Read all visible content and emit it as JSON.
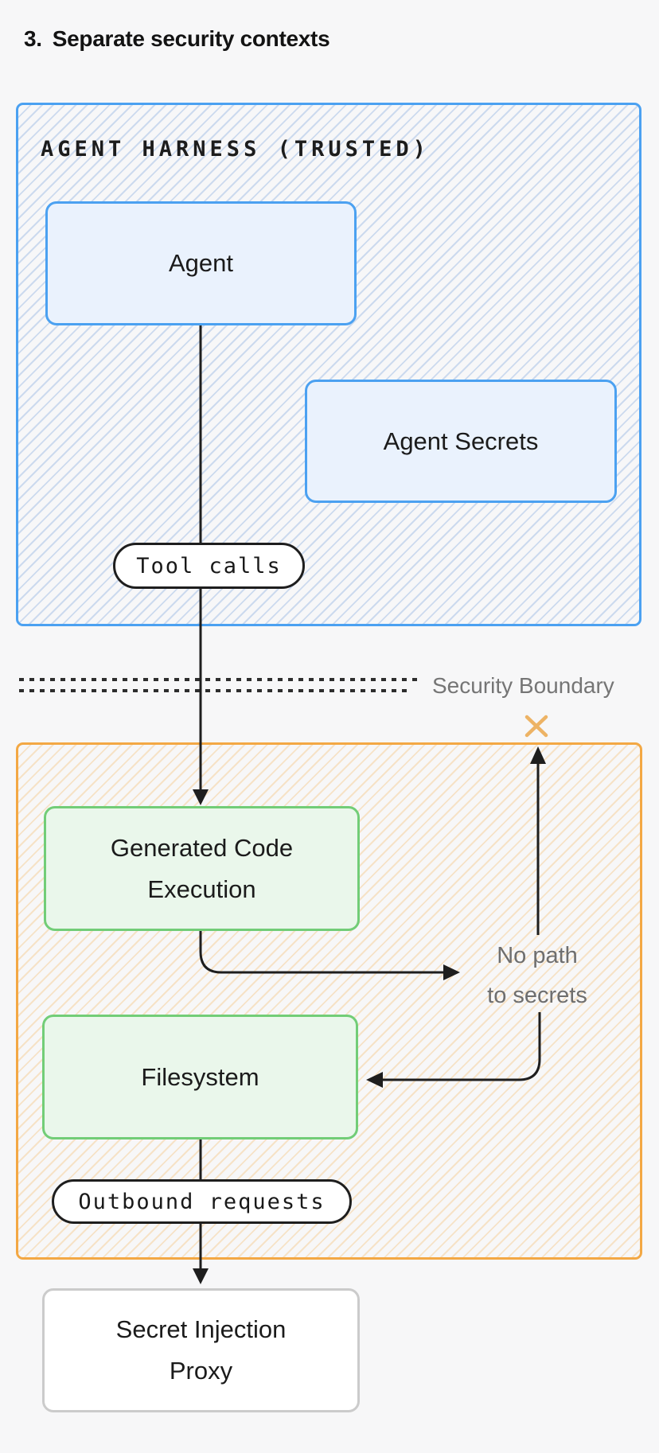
{
  "title": {
    "number": "3.",
    "text": "Separate security contexts"
  },
  "trusted_zone": {
    "label": "AGENT HARNESS (TRUSTED)",
    "nodes": {
      "agent": "Agent",
      "agent_secrets": "Agent Secrets"
    },
    "edge_pill": "Tool calls"
  },
  "security_boundary": {
    "label": "Security Boundary"
  },
  "sandbox_zone": {
    "nodes": {
      "generated_code_execution": "Generated Code Execution",
      "filesystem": "Filesystem"
    },
    "edge_pill": "Outbound requests",
    "annotation": [
      "No path",
      "to secrets"
    ],
    "blocked_icon": "x-mark"
  },
  "proxy": {
    "label": "Secret Injection Proxy"
  },
  "colors": {
    "page_background": "#f7f7f8",
    "trusted_border": "#4ba1f1",
    "trusted_node_fill": "#eaf2fd",
    "sandbox_border": "#f3a844",
    "sandbox_node_border": "#72cd77",
    "sandbox_node_fill": "#eaf7eb",
    "proxy_border": "#cbcbcb",
    "connector": "#1e1e1e",
    "muted_text": "#6e6e6e",
    "boundary_text": "#757575",
    "blocked_x": "#edb365"
  }
}
